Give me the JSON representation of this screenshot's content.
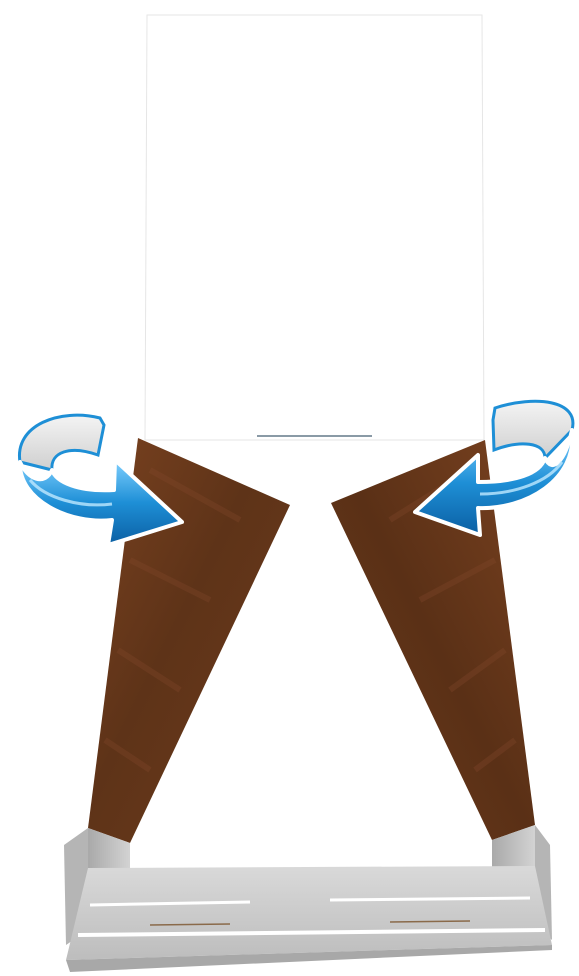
{
  "diagram": {
    "subject": "",
    "parts": {
      "back_panel": {
        "name": "",
        "color": "#ffffff"
      },
      "left_flap": {
        "name": "",
        "color": "#6b3a1c"
      },
      "right_flap": {
        "name": "",
        "color": "#6b3a1c"
      },
      "base": {
        "name": "",
        "color": "#cfcfcf"
      },
      "side_walls": {
        "color": "#b9b9b9"
      }
    },
    "arrows": [
      {
        "id": "left-fold-arrow",
        "direction": "fold-right-inward",
        "color": "#1e8fd6"
      },
      {
        "id": "right-fold-arrow",
        "direction": "fold-left-inward",
        "color": "#1e8fd6"
      }
    ]
  }
}
